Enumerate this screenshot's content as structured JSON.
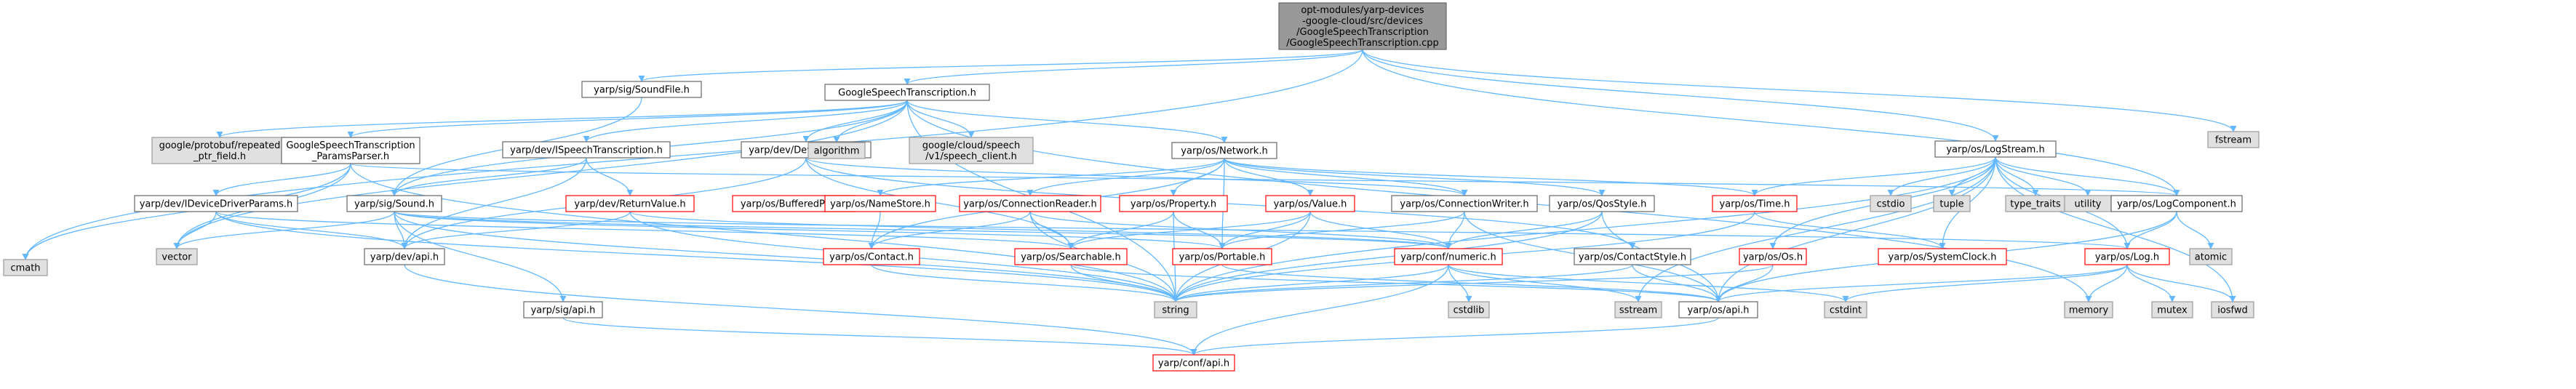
{
  "title": "opt-modules/yarp-devices-google-cloud/src/devices/GoogleSpeechTranscription/GoogleSpeechTranscription.cpp",
  "colors": {
    "root_fill": "#999999",
    "node_fill": "#ffffff",
    "node_border": "#666666",
    "external_fill": "#e0e0e0",
    "external_border": "#999999",
    "truncated_border": "#ff0000",
    "edge": "#63b8ff",
    "text": "#000000"
  },
  "nodes": [
    {
      "id": "root",
      "lines": [
        "opt-modules/yarp-devices",
        "-google-cloud/src/devices",
        "/GoogleSpeechTranscription",
        "/GoogleSpeechTranscription.cpp"
      ],
      "style": "root"
    },
    {
      "id": "gst_h",
      "lines": [
        "GoogleSpeechTranscription.h"
      ],
      "style": "normal"
    },
    {
      "id": "soundfile",
      "lines": [
        "yarp/sig/SoundFile.h"
      ],
      "style": "normal"
    },
    {
      "id": "cmath",
      "lines": [
        "cmath"
      ],
      "style": "external"
    },
    {
      "id": "fstream",
      "lines": [
        "fstream"
      ],
      "style": "external"
    },
    {
      "id": "logstream",
      "lines": [
        "yarp/os/LogStream.h"
      ],
      "style": "normal"
    },
    {
      "id": "protobuf",
      "lines": [
        "google/protobuf/repeated",
        "_ptr_field.h"
      ],
      "style": "external"
    },
    {
      "id": "paramsparser",
      "lines": [
        "GoogleSpeechTranscription",
        "_ParamsParser.h"
      ],
      "style": "normal"
    },
    {
      "id": "ispeech",
      "lines": [
        "yarp/dev/ISpeechTranscription.h"
      ],
      "style": "normal"
    },
    {
      "id": "devicedriver",
      "lines": [
        "yarp/dev/DeviceDriver.h"
      ],
      "style": "normal"
    },
    {
      "id": "algorithm",
      "lines": [
        "algorithm"
      ],
      "style": "external"
    },
    {
      "id": "speechclient",
      "lines": [
        "google/cloud/speech",
        "/v1/speech_client.h"
      ],
      "style": "external"
    },
    {
      "id": "network",
      "lines": [
        "yarp/os/Network.h"
      ],
      "style": "normal"
    },
    {
      "id": "ideviceparams",
      "lines": [
        "yarp/dev/IDeviceDriverParams.h"
      ],
      "style": "normal"
    },
    {
      "id": "sound",
      "lines": [
        "yarp/sig/Sound.h"
      ],
      "style": "normal"
    },
    {
      "id": "returnvalue",
      "lines": [
        "yarp/dev/ReturnValue.h"
      ],
      "style": "truncated"
    },
    {
      "id": "bufferedport",
      "lines": [
        "yarp/os/BufferedPort.h"
      ],
      "style": "truncated"
    },
    {
      "id": "namestore",
      "lines": [
        "yarp/os/NameStore.h"
      ],
      "style": "truncated"
    },
    {
      "id": "connreader",
      "lines": [
        "yarp/os/ConnectionReader.h"
      ],
      "style": "truncated"
    },
    {
      "id": "property",
      "lines": [
        "yarp/os/Property.h"
      ],
      "style": "truncated"
    },
    {
      "id": "value",
      "lines": [
        "yarp/os/Value.h"
      ],
      "style": "truncated"
    },
    {
      "id": "connwriter",
      "lines": [
        "yarp/os/ConnectionWriter.h"
      ],
      "style": "normal"
    },
    {
      "id": "qosstyle",
      "lines": [
        "yarp/os/QosStyle.h"
      ],
      "style": "normal"
    },
    {
      "id": "time",
      "lines": [
        "yarp/os/Time.h"
      ],
      "style": "truncated"
    },
    {
      "id": "cstdio",
      "lines": [
        "cstdio"
      ],
      "style": "external"
    },
    {
      "id": "tuple",
      "lines": [
        "tuple"
      ],
      "style": "external"
    },
    {
      "id": "typetraits",
      "lines": [
        "type_traits"
      ],
      "style": "external"
    },
    {
      "id": "utility",
      "lines": [
        "utility"
      ],
      "style": "external"
    },
    {
      "id": "logcomponent",
      "lines": [
        "yarp/os/LogComponent.h"
      ],
      "style": "normal"
    },
    {
      "id": "vector",
      "lines": [
        "vector"
      ],
      "style": "external"
    },
    {
      "id": "devapi",
      "lines": [
        "yarp/dev/api.h"
      ],
      "style": "normal"
    },
    {
      "id": "contact",
      "lines": [
        "yarp/os/Contact.h"
      ],
      "style": "truncated"
    },
    {
      "id": "searchable",
      "lines": [
        "yarp/os/Searchable.h"
      ],
      "style": "truncated"
    },
    {
      "id": "portable",
      "lines": [
        "yarp/os/Portable.h"
      ],
      "style": "truncated"
    },
    {
      "id": "numeric",
      "lines": [
        "yarp/conf/numeric.h"
      ],
      "style": "truncated"
    },
    {
      "id": "contactstyle",
      "lines": [
        "yarp/os/ContactStyle.h"
      ],
      "style": "normal"
    },
    {
      "id": "osh",
      "lines": [
        "yarp/os/Os.h"
      ],
      "style": "truncated"
    },
    {
      "id": "systemclock",
      "lines": [
        "yarp/os/SystemClock.h"
      ],
      "style": "truncated"
    },
    {
      "id": "logh",
      "lines": [
        "yarp/os/Log.h"
      ],
      "style": "truncated"
    },
    {
      "id": "atomic",
      "lines": [
        "atomic"
      ],
      "style": "external"
    },
    {
      "id": "sigapi",
      "lines": [
        "yarp/sig/api.h"
      ],
      "style": "normal"
    },
    {
      "id": "string",
      "lines": [
        "string"
      ],
      "style": "external"
    },
    {
      "id": "cstdlib",
      "lines": [
        "cstdlib"
      ],
      "style": "external"
    },
    {
      "id": "sstream",
      "lines": [
        "sstream"
      ],
      "style": "external"
    },
    {
      "id": "osapi",
      "lines": [
        "yarp/os/api.h"
      ],
      "style": "normal"
    },
    {
      "id": "cstdint",
      "lines": [
        "cstdint"
      ],
      "style": "external"
    },
    {
      "id": "memory",
      "lines": [
        "memory"
      ],
      "style": "external"
    },
    {
      "id": "mutex",
      "lines": [
        "mutex"
      ],
      "style": "external"
    },
    {
      "id": "iosfwd",
      "lines": [
        "iosfwd"
      ],
      "style": "external"
    },
    {
      "id": "confapi",
      "lines": [
        "yarp/conf/api.h"
      ],
      "style": "truncated"
    }
  ],
  "edges": [
    [
      "root",
      "gst_h"
    ],
    [
      "root",
      "soundfile"
    ],
    [
      "root",
      "cmath"
    ],
    [
      "root",
      "fstream"
    ],
    [
      "root",
      "logstream"
    ],
    [
      "root",
      "logcomponent"
    ],
    [
      "gst_h",
      "protobuf"
    ],
    [
      "gst_h",
      "paramsparser"
    ],
    [
      "gst_h",
      "ispeech"
    ],
    [
      "gst_h",
      "devicedriver"
    ],
    [
      "gst_h",
      "algorithm"
    ],
    [
      "gst_h",
      "speechclient"
    ],
    [
      "gst_h",
      "network"
    ],
    [
      "gst_h",
      "sound"
    ],
    [
      "gst_h",
      "vector"
    ],
    [
      "gst_h",
      "string"
    ],
    [
      "gst_h",
      "memory"
    ],
    [
      "soundfile",
      "sound"
    ],
    [
      "paramsparser",
      "ideviceparams"
    ],
    [
      "paramsparser",
      "cmath"
    ],
    [
      "paramsparser",
      "vector"
    ],
    [
      "paramsparser",
      "string"
    ],
    [
      "paramsparser",
      "logcomponent"
    ],
    [
      "ispeech",
      "sound"
    ],
    [
      "ispeech",
      "returnvalue"
    ],
    [
      "ispeech",
      "devapi"
    ],
    [
      "devicedriver",
      "devapi"
    ],
    [
      "devicedriver",
      "connwriter"
    ],
    [
      "devicedriver",
      "contactstyle"
    ],
    [
      "devicedriver",
      "searchable"
    ],
    [
      "network",
      "namestore"
    ],
    [
      "network",
      "connreader"
    ],
    [
      "network",
      "property"
    ],
    [
      "network",
      "value"
    ],
    [
      "network",
      "connwriter"
    ],
    [
      "network",
      "qosstyle"
    ],
    [
      "network",
      "contact"
    ],
    [
      "network",
      "portable"
    ],
    [
      "network",
      "time"
    ],
    [
      "ideviceparams",
      "vector"
    ],
    [
      "ideviceparams",
      "devapi"
    ],
    [
      "ideviceparams",
      "string"
    ],
    [
      "ideviceparams",
      "searchable"
    ],
    [
      "sound",
      "vector"
    ],
    [
      "sound",
      "sigapi"
    ],
    [
      "sound",
      "string"
    ],
    [
      "sound",
      "devapi"
    ],
    [
      "sound",
      "portable"
    ],
    [
      "sound",
      "numeric"
    ],
    [
      "sound",
      "logh"
    ],
    [
      "returnvalue",
      "devapi"
    ],
    [
      "returnvalue",
      "numeric"
    ],
    [
      "returnvalue",
      "string"
    ],
    [
      "namestore",
      "contact"
    ],
    [
      "connreader",
      "contact"
    ],
    [
      "connreader",
      "searchable"
    ],
    [
      "connreader",
      "string"
    ],
    [
      "connreader",
      "numeric"
    ],
    [
      "property",
      "searchable"
    ],
    [
      "property",
      "portable"
    ],
    [
      "property",
      "string"
    ],
    [
      "value",
      "searchable"
    ],
    [
      "value",
      "portable"
    ],
    [
      "value",
      "string"
    ],
    [
      "value",
      "numeric"
    ],
    [
      "connwriter",
      "portable"
    ],
    [
      "connwriter",
      "numeric"
    ],
    [
      "connwriter",
      "osapi"
    ],
    [
      "qosstyle",
      "string"
    ],
    [
      "qosstyle",
      "numeric"
    ],
    [
      "qosstyle",
      "osapi"
    ],
    [
      "time",
      "systemclock"
    ],
    [
      "time",
      "string"
    ],
    [
      "logstream",
      "time"
    ],
    [
      "logstream",
      "osh"
    ],
    [
      "logstream",
      "cstdio"
    ],
    [
      "logstream",
      "tuple"
    ],
    [
      "logstream",
      "typetraits"
    ],
    [
      "logstream",
      "utility"
    ],
    [
      "logstream",
      "logcomponent"
    ],
    [
      "logstream",
      "logh"
    ],
    [
      "logstream",
      "string"
    ],
    [
      "logstream",
      "sstream"
    ],
    [
      "logstream",
      "iosfwd"
    ],
    [
      "logstream",
      "systemclock"
    ],
    [
      "logstream",
      "osapi"
    ],
    [
      "logcomponent",
      "atomic"
    ],
    [
      "logcomponent",
      "logh"
    ],
    [
      "logcomponent",
      "osapi"
    ],
    [
      "devapi",
      "confapi"
    ],
    [
      "contact",
      "string"
    ],
    [
      "searchable",
      "string"
    ],
    [
      "searchable",
      "osapi"
    ],
    [
      "portable",
      "osapi"
    ],
    [
      "numeric",
      "cstdlib"
    ],
    [
      "numeric",
      "string"
    ],
    [
      "numeric",
      "sstream"
    ],
    [
      "numeric",
      "confapi"
    ],
    [
      "numeric",
      "cstdint"
    ],
    [
      "contactstyle",
      "osapi"
    ],
    [
      "contactstyle",
      "string"
    ],
    [
      "osh",
      "osapi"
    ],
    [
      "osh",
      "string"
    ],
    [
      "logh",
      "osapi"
    ],
    [
      "logh",
      "memory"
    ],
    [
      "logh",
      "mutex"
    ],
    [
      "logh",
      "iosfwd"
    ],
    [
      "logh",
      "cstdint"
    ],
    [
      "sigapi",
      "confapi"
    ],
    [
      "osapi",
      "confapi"
    ]
  ]
}
